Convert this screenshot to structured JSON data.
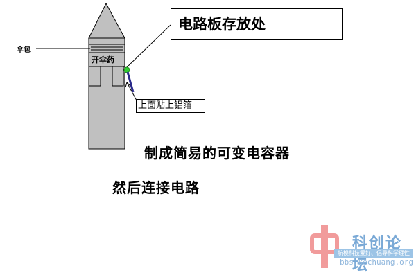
{
  "labels": {
    "callout": "电路板存放处",
    "foil": "上面贴上铝箔",
    "umbrella": "伞包",
    "pack": "开伞药"
  },
  "captions": {
    "line1": "制成简易的可变电容器",
    "line2": "然后连接电路"
  },
  "watermark": {
    "title": "科创论坛",
    "slogan": "航模科技爱好、倡导科学理性",
    "url": "bbs.kechuang.org"
  },
  "colors": {
    "rocket_body": "#c0c0c0",
    "tip_dot": "#33cc33",
    "stick": "#2a2a8c",
    "watermark_red": "#e85a5a",
    "watermark_blue": "#7aa9d6"
  }
}
